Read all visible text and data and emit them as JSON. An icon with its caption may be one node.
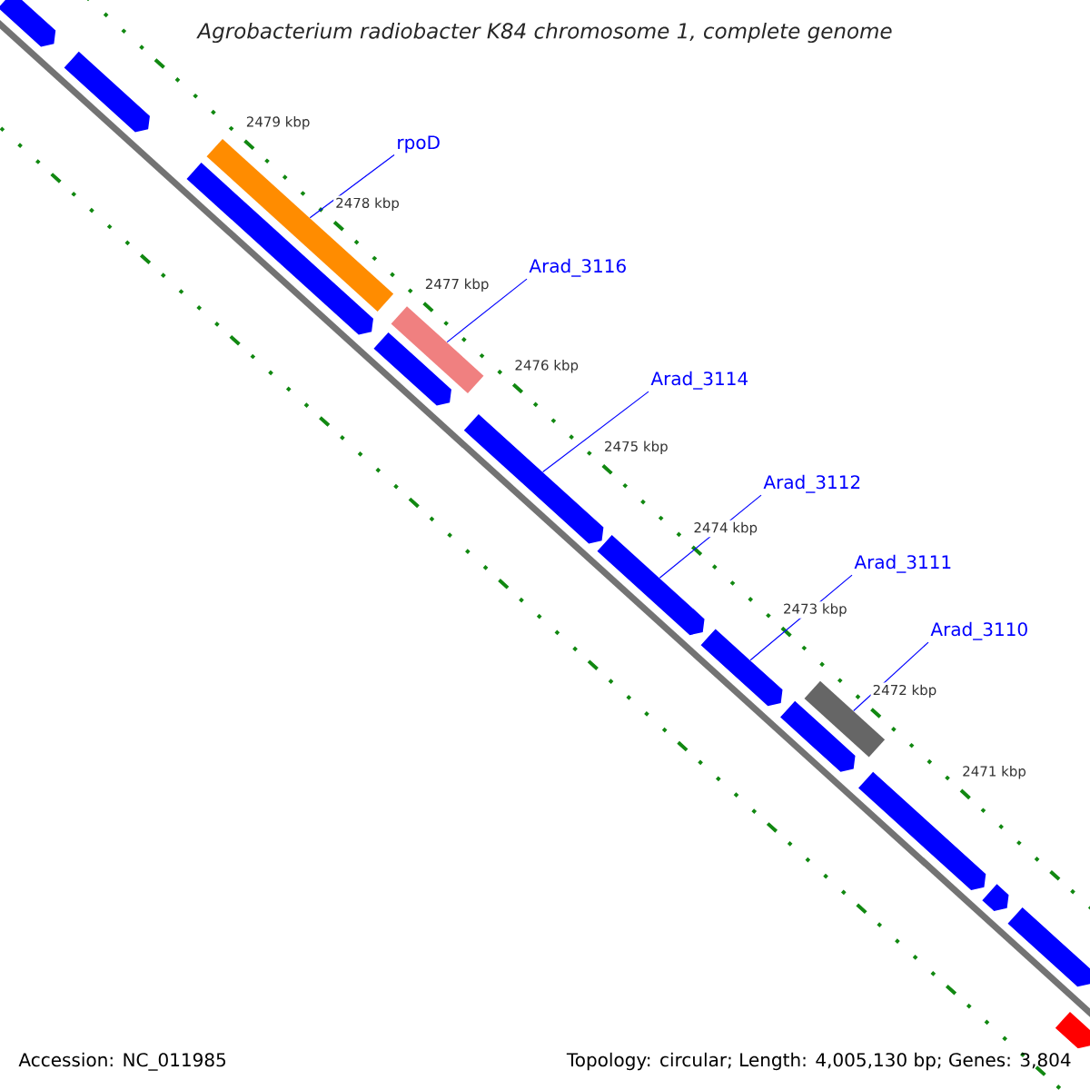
{
  "diagram": {
    "title": "Agrobacterium radiobacter K84 chromosome 1, complete genome",
    "nodes": [
      {
        "text": [
          "rpoD"
        ]
      },
      {
        "text": [
          "Arad_3116"
        ]
      },
      {
        "text": [
          "Arad_3114"
        ]
      },
      {
        "text": [
          "Arad_3112"
        ]
      },
      {
        "text": [
          "Arad_3111"
        ]
      },
      {
        "text": [
          "Arad_3110"
        ]
      },
      {
        "text": [],
        "shape": "arrow"
      },
      {
        "text": [],
        "shape": "arrow"
      },
      {
        "text": [],
        "shape": "bar"
      },
      {
        "text": [],
        "shape": "arrow"
      },
      {
        "text": [],
        "shape": "bar"
      },
      {
        "text": [],
        "shape": "arrow"
      },
      {
        "text": [],
        "shape": "arrow"
      },
      {
        "text": [],
        "shape": "arrow"
      },
      {
        "text": [],
        "shape": "arrow"
      },
      {
        "text": [],
        "shape": "arrow"
      },
      {
        "text": [],
        "shape": "bar"
      },
      {
        "text": [],
        "shape": "arrow"
      },
      {
        "text": [],
        "shape": "arrow"
      },
      {
        "text": [],
        "shape": "arrow"
      },
      {
        "text": [],
        "shape": "arrow"
      }
    ],
    "edges": [
      {
        "from": 0,
        "to": 8,
        "arrow": "none"
      },
      {
        "from": 1,
        "to": 10,
        "arrow": "none"
      },
      {
        "from": 2,
        "to": 12,
        "arrow": "none"
      },
      {
        "from": 3,
        "to": 13,
        "arrow": "none"
      },
      {
        "from": 4,
        "to": 14,
        "arrow": "none"
      },
      {
        "from": 5,
        "to": 16,
        "arrow": "none"
      }
    ],
    "labels": [
      "2479 kbp",
      "2478 kbp",
      "2477 kbp",
      "2476 kbp",
      "2475 kbp",
      "2474 kbp",
      "2473 kbp",
      "2472 kbp",
      "2471 kbp",
      "Accession: NC_011985",
      "Topology: circular; Length: 4,005,130 bp; Genes: 3,804"
    ]
  }
}
